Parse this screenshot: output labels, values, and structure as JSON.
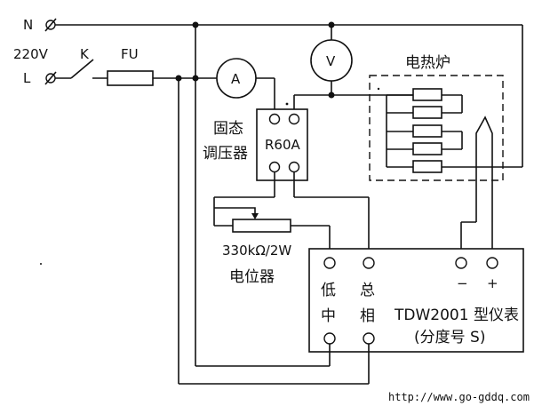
{
  "labels": {
    "neutral": "N",
    "live": "L",
    "voltage": "220V",
    "switch": "K",
    "fuse": "FU",
    "ammeter": "A",
    "voltmeter": "V",
    "furnace": "电热炉",
    "ssr_line1": "固态",
    "ssr_line2": "调压器",
    "ssr_model": "R60A",
    "pot_value": "330kΩ/2W",
    "pot_name": "电位器",
    "term_low": "低",
    "term_mid": "中",
    "term_total": "总",
    "term_phase": "相",
    "minus": "−",
    "plus": "+",
    "meter_line1": "TDW2001 型仪表",
    "meter_line2": "(分度号 S)",
    "url": "http://www.go-gddq.com"
  },
  "colors": {
    "ink": "#111111",
    "background": "#ffffff"
  }
}
